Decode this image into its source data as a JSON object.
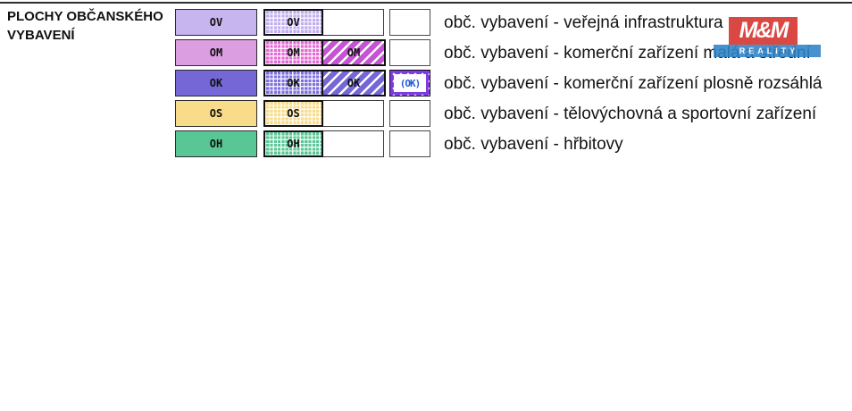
{
  "title": {
    "line1": "PLOCHY OBČANSKÉHO",
    "line2": "VYBAVENÍ"
  },
  "legend": {
    "rows": [
      {
        "code": "OV",
        "label": "obč. vybavení - veřejná infrastruktura",
        "solid_color": "#c6b5ee",
        "grid_color": "#c0aef0"
      },
      {
        "code": "OM",
        "label": "obč. vybavení - komerční zařízení malá a střední",
        "solid_color": "#db9fe1",
        "grid_color": "#e36ad4",
        "stripe_color": "#c553d3"
      },
      {
        "code": "OK",
        "label": "obč. vybavení - komerční zařízení plosně rozsáhlá",
        "solid_color": "#7568d6",
        "grid_color": "#7d6fe0",
        "stripe_color": "#7568d6",
        "overlay_code": "(OK)",
        "overlay_frame_color": "#7d3be0",
        "overlay_text_color": "#1f5bdb"
      },
      {
        "code": "OS",
        "label": "obč. vybavení - tělovýchovná a sportovní zařízení",
        "solid_color": "#f8dc8a",
        "grid_color": "#f8dc8a"
      },
      {
        "code": "OH",
        "label": "obč. vybavení - hřbitovy",
        "solid_color": "#59c795",
        "grid_color": "#59c795"
      }
    ]
  },
  "watermark": {
    "line1": "M&M",
    "line2": "REALITY",
    "red_color": "#d62f2b",
    "blue_color": "#2e84c8"
  }
}
